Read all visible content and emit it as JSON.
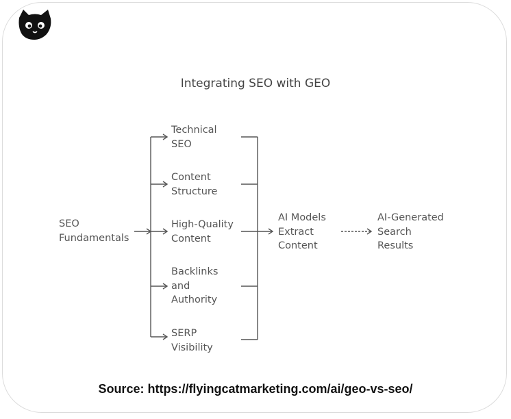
{
  "diagram": {
    "title": "Integrating SEO with GEO",
    "source_node": "SEO\nFundamentals",
    "branches": [
      "Technical\nSEO",
      "Content\nStructure",
      "High-Quality\nContent",
      "Backlinks\nand\nAuthority",
      "SERP\nVisibility"
    ],
    "middle_node": "AI Models\nExtract\nContent",
    "final_node": "AI-Generated\nSearch\nResults"
  },
  "footer": {
    "source_text": "Source: https://flyingcatmarketing.com/ai/geo-vs-seo/"
  },
  "logo": {
    "icon": "cat-logo-icon"
  },
  "colors": {
    "line": "#555555",
    "text": "#555555",
    "card_border": "#dcdcdc",
    "logo": "#111111"
  }
}
